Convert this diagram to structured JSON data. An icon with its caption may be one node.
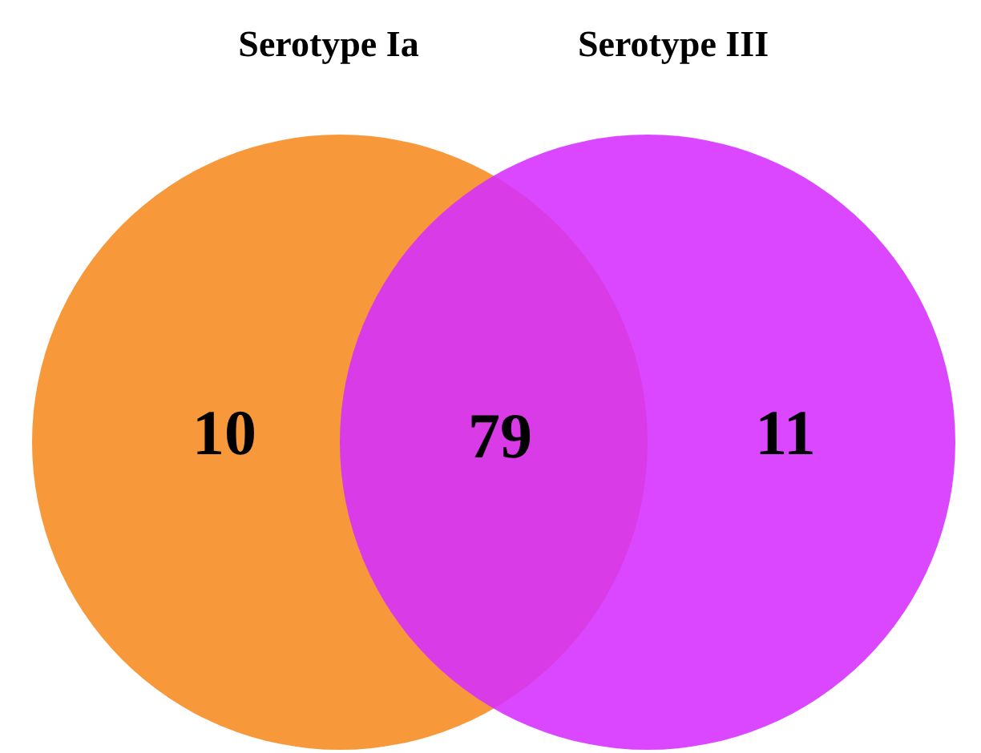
{
  "diagram": {
    "nodes": [
      {
        "text": [
          "Serotype Ia",
          "10"
        ]
      },
      {
        "text": [
          "Serotype III",
          "11"
        ]
      }
    ],
    "labels": [
      "79"
    ]
  }
}
